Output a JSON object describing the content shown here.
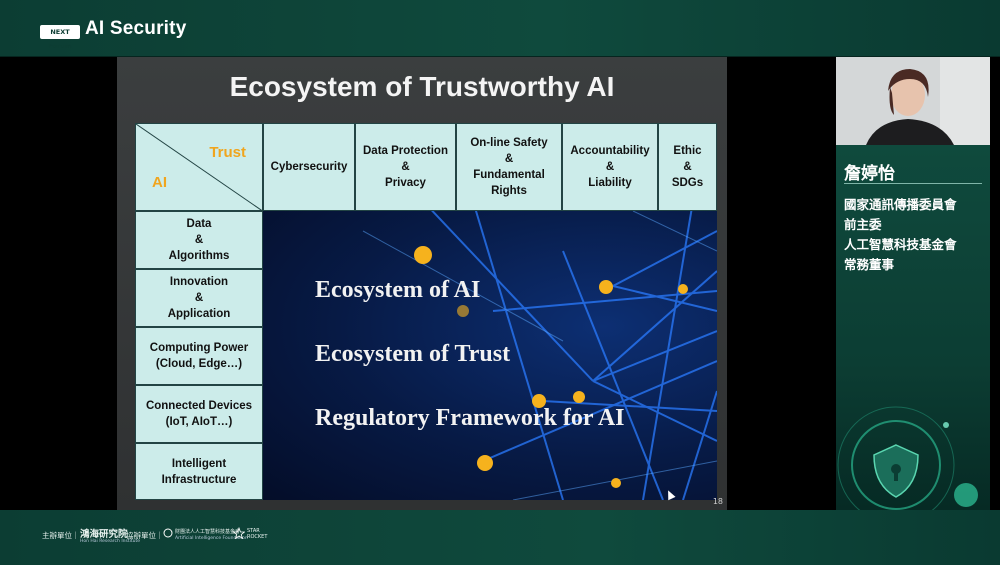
{
  "header": {
    "logo_badge": "NEXT Forum",
    "title": "AI Security"
  },
  "slide": {
    "title": "Ecosystem of Trustworthy AI",
    "page_number": "18",
    "corner": {
      "trust": "Trust",
      "ai": "AI"
    },
    "columns": [
      "Cybersecurity",
      "Data Protection\n&\nPrivacy",
      "On-line Safety\n&\nFundamental\nRights",
      "Accountability\n&\nLiability",
      "Ethic\n&\nSDGs"
    ],
    "rows": [
      "Data\n&\nAlgorithms",
      "Innovation\n&\nApplication",
      "Computing Power\n(Cloud, Edge…)",
      "Connected Devices\n(IoT, AIoT…)",
      "Intelligent\nInfrastructure"
    ],
    "network_lines": [
      "Ecosystem of AI",
      "Ecosystem of Trust",
      "Regulatory Framework for AI"
    ]
  },
  "speaker": {
    "name": "詹婷怡",
    "lines": [
      "國家通訊傳播委員會",
      "前主委",
      "人工智慧科技基金會",
      "常務董事"
    ]
  },
  "footer": {
    "organizer_label": "主辦單位｜",
    "organizer_name": "鴻海研究院",
    "organizer_sub": "Hon Hai Research Institute",
    "coorganizer_label": "協辦單位｜",
    "coorganizer_1": "財團法人人工智慧科技基金會",
    "coorganizer_1_sub": "Artificial Intelligence Foundation",
    "coorganizer_2": "STAR ROCKET"
  },
  "colors": {
    "brand_green": "#0f4a3d",
    "cell_fill": "#ccecea",
    "accent_orange": "#f0a51e"
  }
}
